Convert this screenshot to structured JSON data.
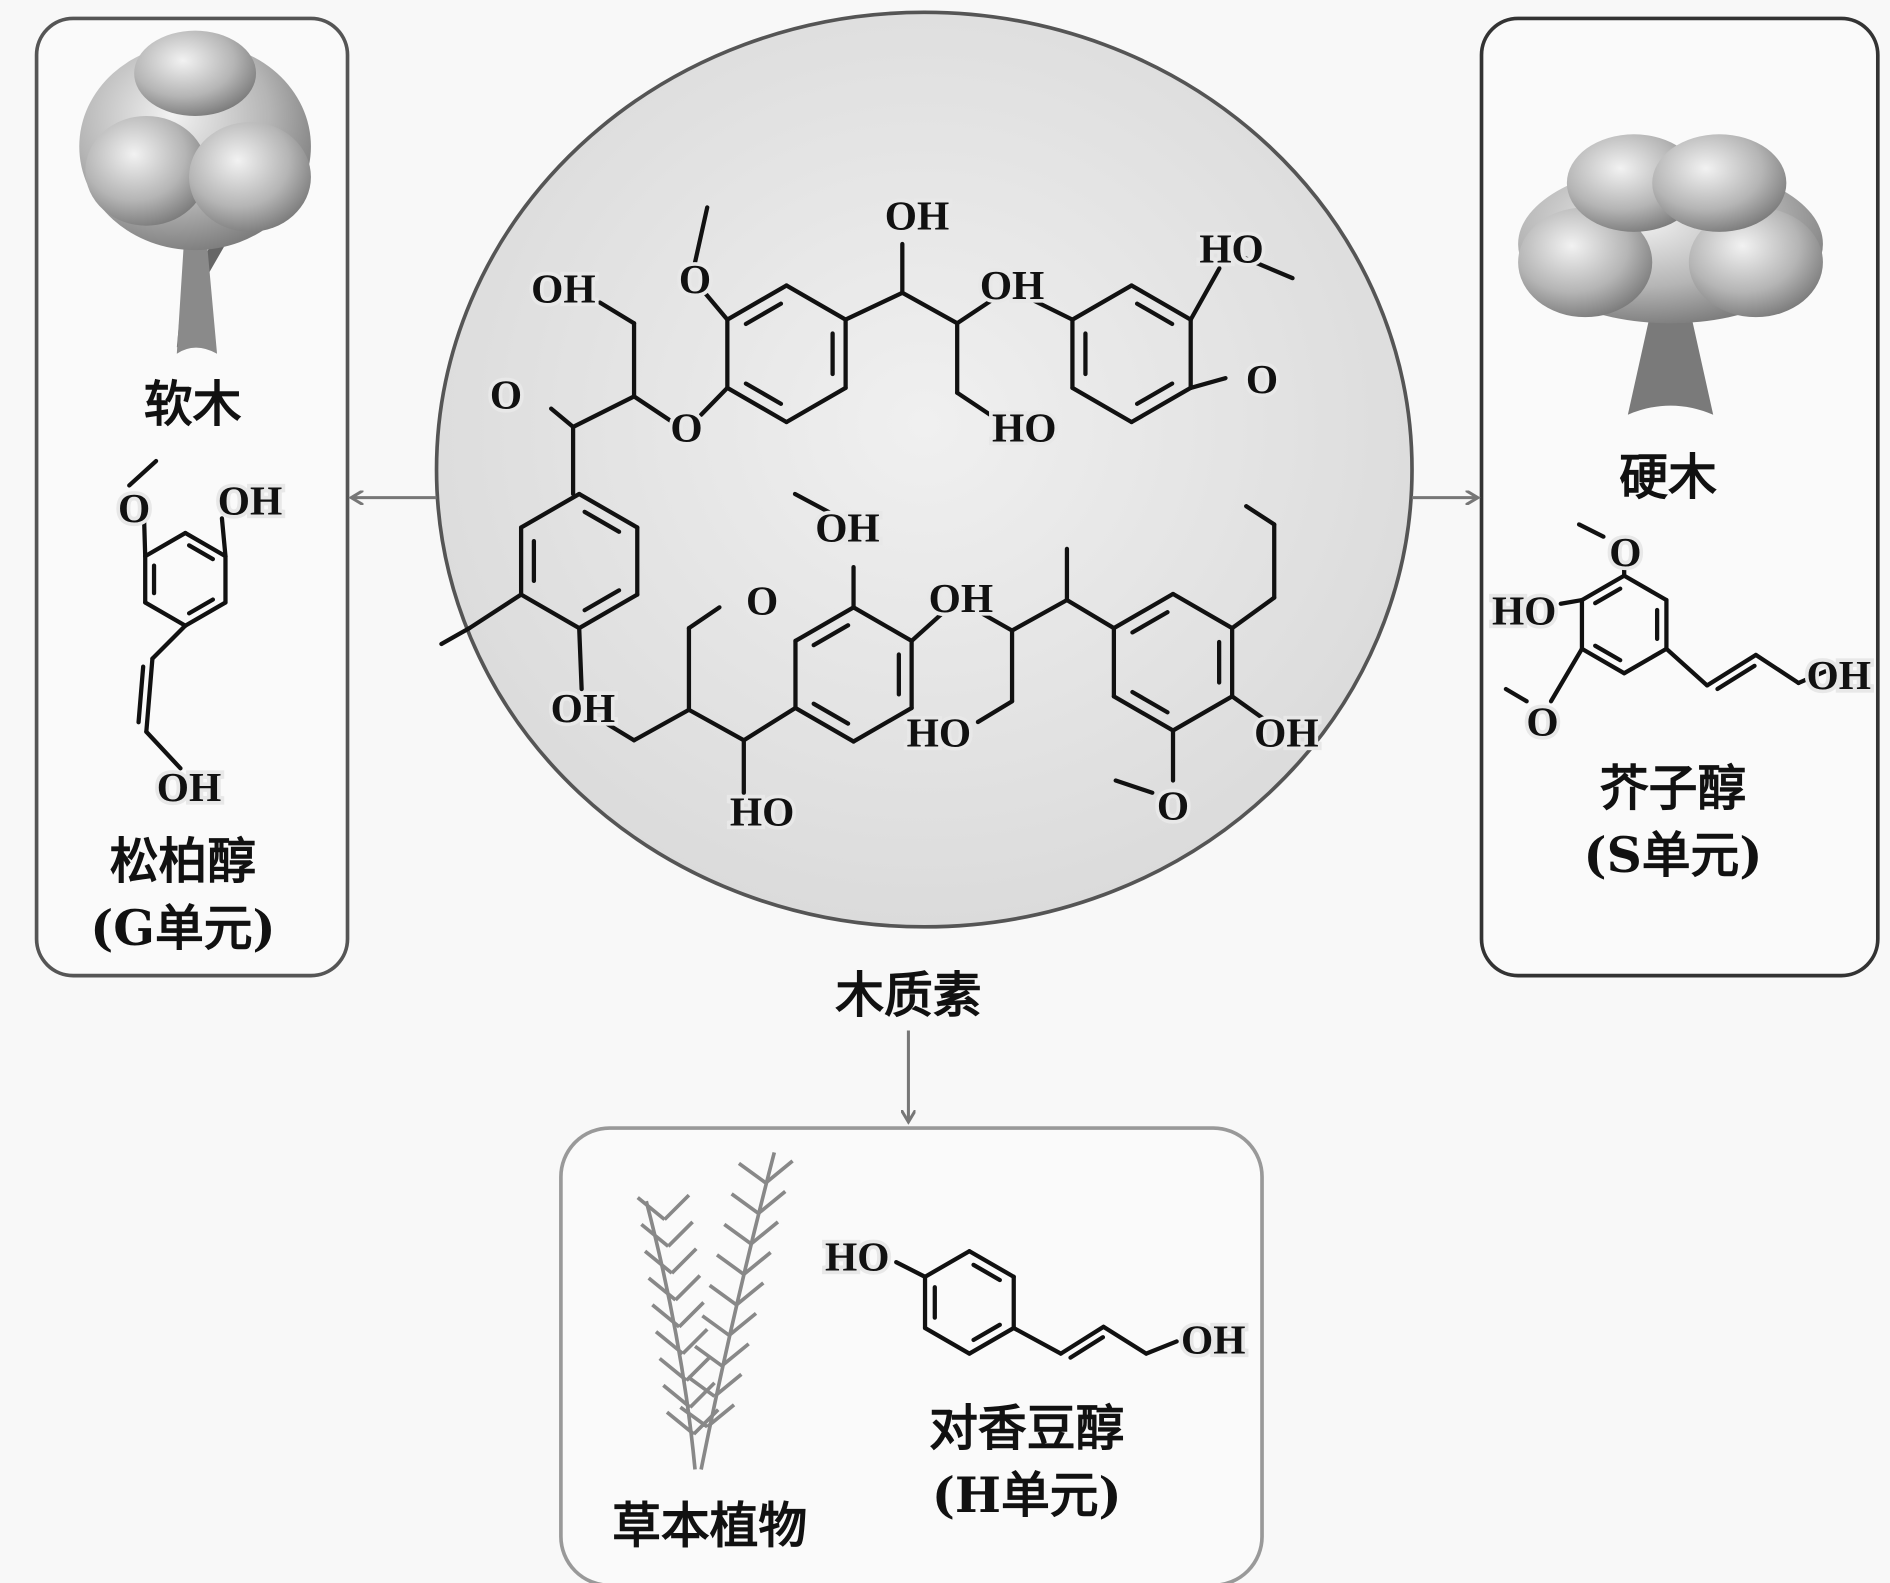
{
  "title": "木质素",
  "left_panel": {
    "plant": "软木",
    "monomer": "松柏醇",
    "unit": "(G单元)",
    "atoms": [
      "O",
      "OH",
      "OH"
    ]
  },
  "right_panel": {
    "plant": "硬木",
    "monomer": "芥子醇",
    "unit": "(S单元)",
    "atoms": [
      "O",
      "HO",
      "O",
      "OH"
    ]
  },
  "bottom_panel": {
    "plant": "草本植物",
    "monomer": "对香豆醇",
    "unit": "(H单元)",
    "atoms": [
      "HO",
      "OH"
    ]
  },
  "lignin_atoms": [
    "O",
    "OH",
    "O",
    "OH",
    "HO",
    "HO",
    "O",
    "OH",
    "O",
    "OH",
    "O",
    "HO",
    "OH",
    "OH",
    "HO",
    "OH",
    "O"
  ],
  "colors": {
    "stroke": "#111111",
    "panel_border": "#555555",
    "circle_fill": "#e6e6e6",
    "arrow": "#777777"
  }
}
